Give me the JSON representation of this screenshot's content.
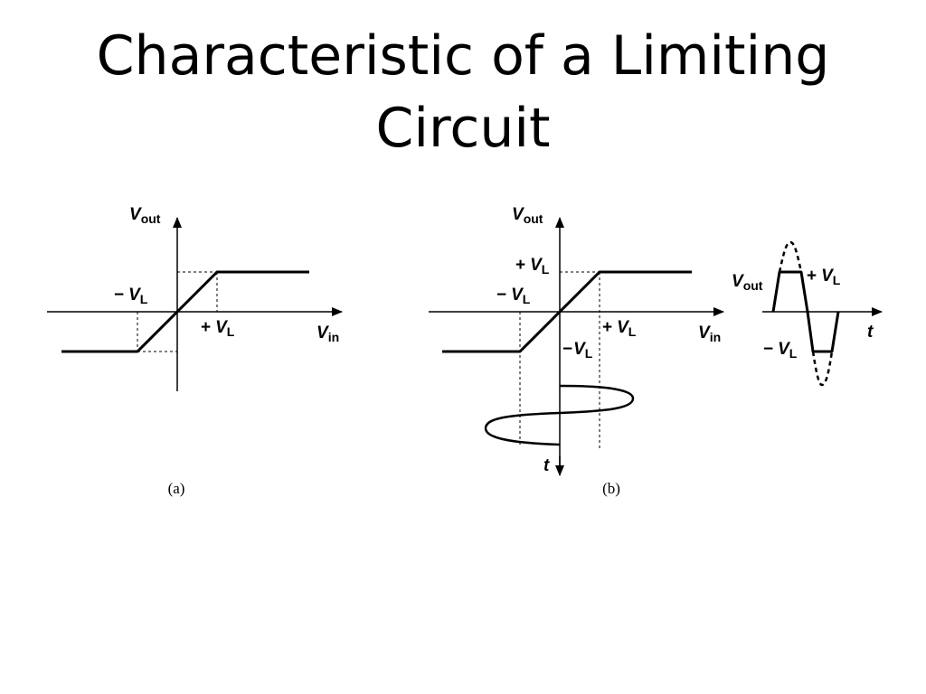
{
  "title": {
    "line1": "Characteristic of a Limiting",
    "line2": "Circuit"
  },
  "figure_a": {
    "caption": "(a)",
    "y_axis": {
      "var": "V",
      "sub": "out"
    },
    "x_axis": {
      "var": "V",
      "sub": "in"
    },
    "neg_limit": {
      "sign": "−",
      "var": "V",
      "sub": "L"
    },
    "pos_limit": {
      "sign": "+",
      "var": "V",
      "sub": "L"
    }
  },
  "figure_b": {
    "caption": "(b)",
    "y_axis": {
      "var": "V",
      "sub": "out"
    },
    "x_axis": {
      "var": "V",
      "sub": "in"
    },
    "time_axis": {
      "var": "t"
    },
    "out_pos_limit": {
      "sign": "+",
      "var": "V",
      "sub": "L"
    },
    "in_neg_limit": {
      "sign": "−",
      "var": "V",
      "sub": "L"
    },
    "in_pos_limit": {
      "sign": "+",
      "var": "V",
      "sub": "L"
    },
    "out_neg_limit": {
      "sign": "−",
      "var": "V",
      "sub": "L"
    }
  },
  "figure_b_waveform": {
    "y_axis": {
      "var": "V",
      "sub": "out"
    },
    "time_axis": {
      "var": "t"
    },
    "pos_limit": {
      "sign": "+",
      "var": "V",
      "sub": "L"
    },
    "neg_limit": {
      "sign": "−",
      "var": "V",
      "sub": "L"
    }
  }
}
